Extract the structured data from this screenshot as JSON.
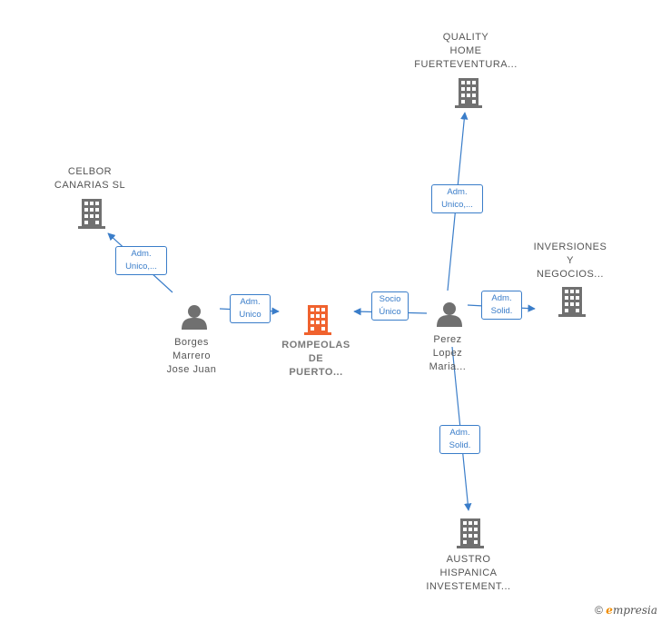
{
  "nodes": {
    "quality_home": {
      "label": "QUALITY\nHOME\nFUERTEVENTURA...",
      "type": "company"
    },
    "celbor": {
      "label": "CELBOR\nCANARIAS SL",
      "type": "company"
    },
    "inversiones": {
      "label": "INVERSIONES\nY\nNEGOCIOS...",
      "type": "company"
    },
    "rompeolas": {
      "label": "ROMPEOLAS\nDE\nPUERTO...",
      "type": "company-main"
    },
    "borges": {
      "label": "Borges\nMarrero\nJose Juan",
      "type": "person"
    },
    "perez": {
      "label": "Perez\nLopez\nMaria...",
      "type": "person"
    },
    "austro": {
      "label": "AUSTRO\nHISPANICA\nINVESTEMENT...",
      "type": "company"
    }
  },
  "edges": {
    "perez_quality": "Adm.\nUnico,...",
    "borges_celbor": "Adm.\nUnico,...",
    "borges_rompeolas": "Adm.\nUnico",
    "perez_rompeolas": "Socio\nÚnico",
    "perez_inversiones": "Adm.\nSolid.",
    "perez_austro": "Adm.\nSolid."
  },
  "colors": {
    "edge": "#3a7dc9",
    "company_icon": "#707070",
    "main_icon": "#f0622e",
    "person_icon": "#707070"
  },
  "footer": {
    "copyright": "©",
    "brand_first": "e",
    "brand_rest": "mpresia"
  }
}
